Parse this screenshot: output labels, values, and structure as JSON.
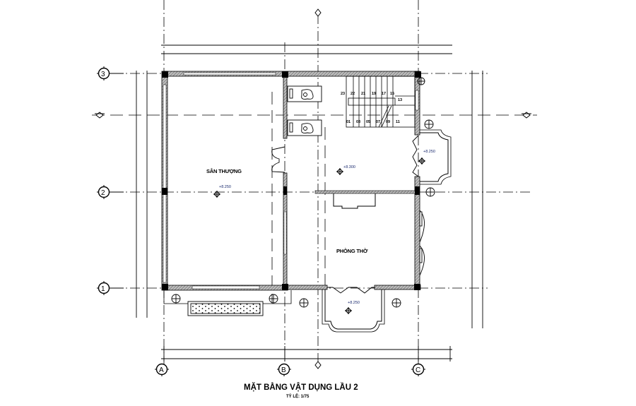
{
  "drawing": {
    "title": "MẶT BẰNG VẬT DỤNG LẦU 2",
    "scale_label": "TỶ LỆ: 1/75"
  },
  "rooms": [
    {
      "name": "SÂN THƯỢNG",
      "elevation": "+8.250"
    },
    {
      "name": "",
      "elevation": "+8.300"
    },
    {
      "name": "PHÒNG THỜ",
      "elevation": ""
    },
    {
      "name": "ban-cong-phai",
      "elevation": "+8.250"
    },
    {
      "name": "ban-cong-duoi",
      "elevation": "+8.250"
    }
  ],
  "grid_axes": {
    "columns": [
      "A",
      "B",
      "C"
    ],
    "rows": [
      "3",
      "2",
      "1"
    ]
  },
  "stairs": {
    "top_steps": [
      "23",
      "22",
      "21",
      "19",
      "17",
      "15"
    ],
    "landing_step": "13",
    "bottom_steps": [
      "01",
      "03",
      "05",
      "07",
      "09",
      "11"
    ]
  },
  "colors": {
    "line": "#000000",
    "hatch": "#6b6b6b",
    "elevation_text": "#1a2a6e",
    "background": "#ffffff"
  }
}
